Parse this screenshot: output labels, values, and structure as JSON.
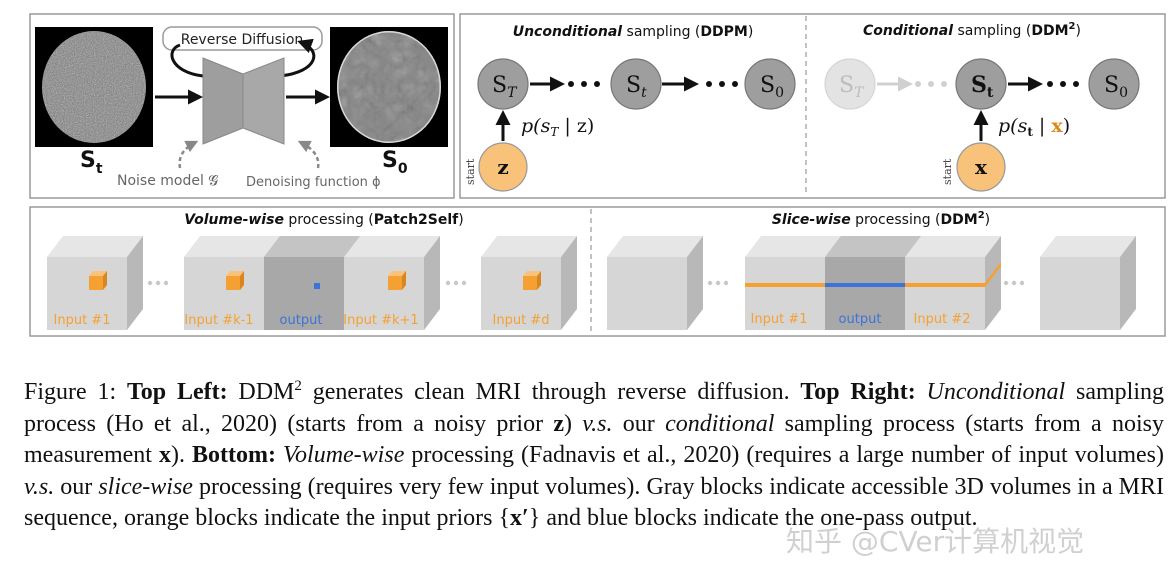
{
  "top_left": {
    "reverse_diffusion_label": "Reverse Diffusion",
    "st_label": "S",
    "st_sub": "t",
    "s0_label": "S",
    "s0_sub": "0",
    "noise_model_label": "Noise model 𝓖",
    "denoising_label": "Denoising function ϕ"
  },
  "unconditional": {
    "title_em": "Unconditional",
    "title_rest": " sampling (",
    "title_method": "DDPM",
    "title_end": ")",
    "node_st": "S",
    "node_st_sub": "T",
    "node_t": "S",
    "node_t_sub": "t",
    "node_0": "S",
    "node_0_sub": "0",
    "prior_node": "z",
    "prob_label": "p(s",
    "prob_sub": "T",
    "prob_cond": " | z)",
    "start_label": "start"
  },
  "conditional": {
    "title_em": "Conditional",
    "title_rest": " sampling (",
    "title_method": "DDM",
    "title_sup": "2",
    "title_end": ")",
    "node_st": "S",
    "node_st_sub": "T",
    "node_t": "S",
    "node_t_sub": "t",
    "node_0": "S",
    "node_0_sub": "0",
    "prior_node": "x",
    "prob_label": "p(s",
    "prob_sub": "t",
    "prob_cond_bar": " | ",
    "prob_cond_x": "x",
    "prob_close": ")",
    "start_label": "start"
  },
  "volume_wise": {
    "title_em": "Volume-wise",
    "title_rest": " processing (",
    "title_method": "Patch2Self",
    "title_end": ")",
    "labels": [
      "Input #1",
      "Input #k-1",
      "output",
      "Input #k+1",
      "Input #d"
    ]
  },
  "slice_wise": {
    "title_em": "Slice-wise",
    "title_rest": " processing (",
    "title_method": "DDM",
    "title_sup": "2",
    "title_end": ")",
    "labels": [
      "Input #1",
      "output",
      "Input #2"
    ]
  },
  "caption": {
    "prefix": "Figure 1: ",
    "top_left_bold": "Top Left:",
    "s1": " DDM",
    "s1_sup": "2",
    "s2": " generates clean MRI through reverse diffusion. ",
    "top_right_bold": "Top Right:",
    "s3": " ",
    "uncond_em": "Unconditional",
    "s4": " sampling process (Ho et al., 2020) (starts from a noisy prior ",
    "z_bold": "z",
    "s5": ") ",
    "vs1": "v.s.",
    "s6": " our ",
    "cond_em": "conditional",
    "s7": " sampling process (starts from a noisy measurement ",
    "x_bold": "x",
    "s8": "). ",
    "bottom_bold": "Bottom:",
    "s9": " ",
    "volume_em": "Volume-wise",
    "s10": " processing (Fadnavis et al., 2020) (requires a large number of input volumes) ",
    "vs2": "v.s.",
    "s11": " our ",
    "slice_em": "slice-wise",
    "s12": " processing (requires very few input volumes). Gray blocks indicate accessible 3D volumes in a MRI sequence, orange blocks indicate the input priors {",
    "xprime": "x′",
    "s13": "} and blue blocks indicate the one-pass output."
  },
  "watermark": "知乎 @CVer计算机视觉",
  "colors": {
    "orange": "#F5A033",
    "blue": "#3B73D9",
    "node_gray": "#9E9E9E",
    "node_light": "#D8D8D8",
    "cube_front": "#D6D6D6",
    "cube_side": "#B8B8B8",
    "cube_top": "#E6E6E6",
    "cube_dark_front": "#A8A8A8",
    "prior_fill": "#F8C27A"
  }
}
